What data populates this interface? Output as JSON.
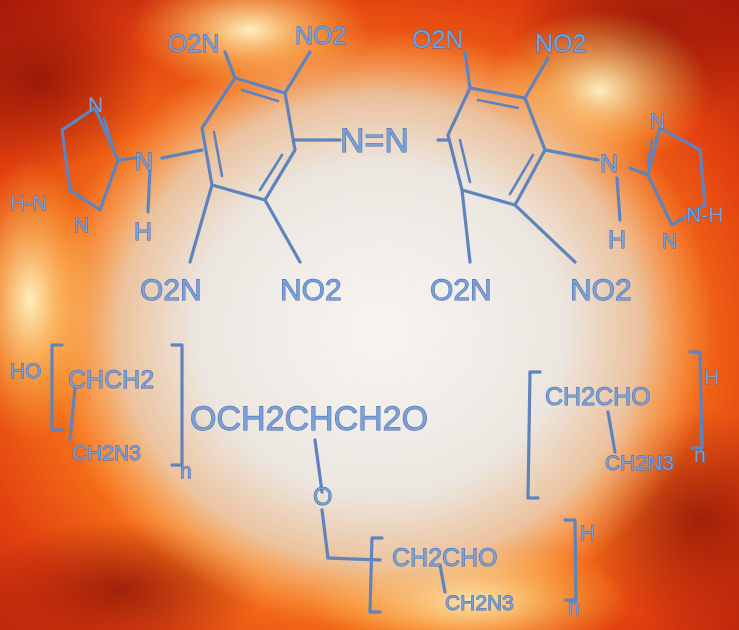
{
  "molecule": {
    "nitro_group": "NO2",
    "nitro_group_left": "O2N",
    "azo_link": "N=N",
    "amine_n": "N",
    "amine_h": "H",
    "triazole": {
      "n": "N",
      "nh": "N-H",
      "hn": "H-N"
    },
    "gap_left": {
      "end_group": "HO",
      "unit": "CHCH2",
      "side_chain": "CH2N3",
      "repeat": "n"
    },
    "gap_core": "OCH2CHCH2O",
    "core_o": "O",
    "gap_right": {
      "unit": "CH2CHO",
      "end_group": "H",
      "side_chain": "CH2N3",
      "repeat": "n"
    },
    "gap_bottom": {
      "unit": "CH2CHO",
      "end_group": "H",
      "side_chain": "CH2N3",
      "repeat": "n"
    }
  },
  "colors": {
    "structure": "#7b9fd6",
    "structure_outline": "#3f66a6",
    "glow_center": "#f5f2ee",
    "fire_orange": "#ff7a1a",
    "fire_red": "#c8200e"
  }
}
